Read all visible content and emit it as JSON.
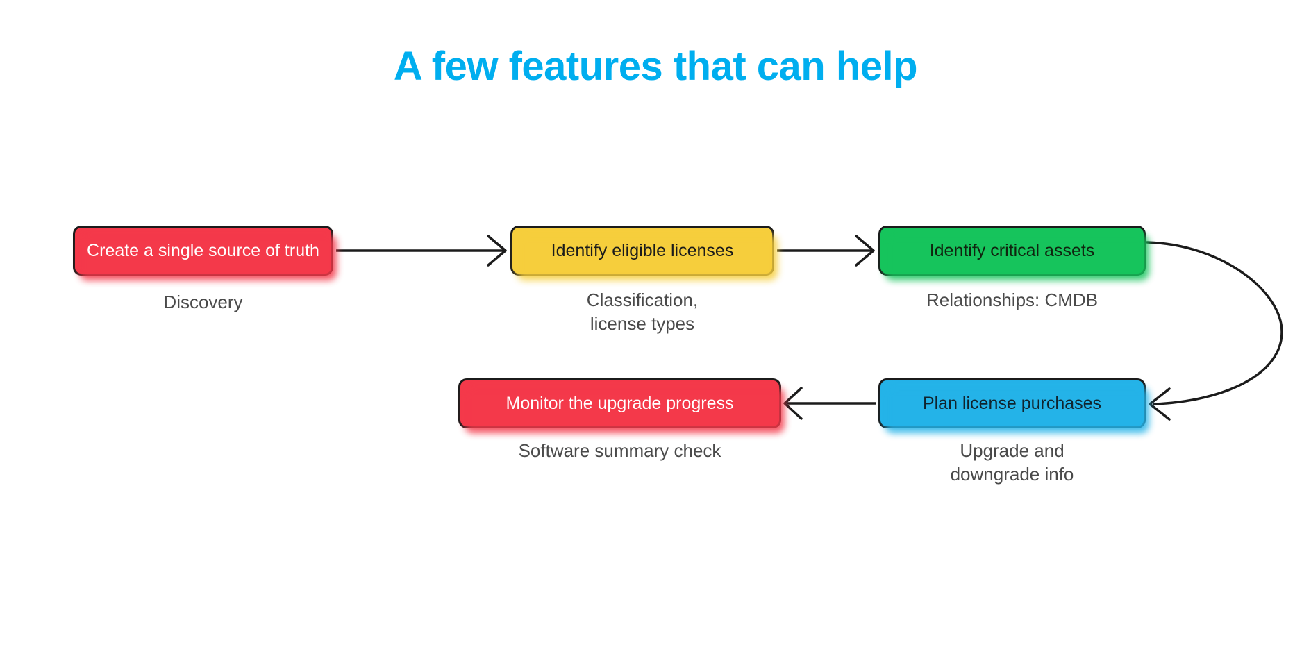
{
  "slide": {
    "title": "A few features that can help",
    "background_color": "#FFFFFF",
    "title_color": "#00AEEF"
  },
  "diagram": {
    "type": "process-flow",
    "nodes": [
      {
        "id": "discovery",
        "label": "Create a single source of truth",
        "caption": "Discovery",
        "fill": "#F4394A",
        "text_color": "#FFFFFF",
        "row": "top",
        "order": 1
      },
      {
        "id": "eligible",
        "label": "Identify eligible licenses",
        "caption": "Classification,\nlicense types",
        "caption_line1": "Classification,",
        "caption_line2": "license types",
        "fill": "#F6CE3C",
        "text_color": "#1B1B1B",
        "row": "top",
        "order": 2
      },
      {
        "id": "critical",
        "label": "Identify critical assets",
        "caption": "Relationships: CMDB",
        "fill": "#16C45C",
        "text_color": "#10240F",
        "row": "top",
        "order": 3
      },
      {
        "id": "plan",
        "label": "Plan license purchases",
        "caption": "Upgrade and\ndowngrade info",
        "caption_line1": "Upgrade and",
        "caption_line2": "downgrade info",
        "fill": "#24B3E8",
        "text_color": "#10242E",
        "row": "bottom",
        "order": 4
      },
      {
        "id": "monitor",
        "label": "Monitor the upgrade progress",
        "caption": "Software summary check",
        "fill": "#F4394A",
        "text_color": "#FFFFFF",
        "row": "bottom",
        "order": 5
      }
    ],
    "edges": [
      {
        "id": "e1",
        "from": "discovery",
        "to": "eligible",
        "style": "straight",
        "direction": "right"
      },
      {
        "id": "e2",
        "from": "eligible",
        "to": "critical",
        "style": "straight",
        "direction": "right"
      },
      {
        "id": "e3",
        "from": "critical",
        "to": "plan",
        "style": "curved-arc",
        "direction": "down-left"
      },
      {
        "id": "e4",
        "from": "plan",
        "to": "monitor",
        "style": "straight",
        "direction": "left"
      }
    ],
    "edge_color": "#1B1B1B",
    "node_border_color": "#1B1B1B",
    "caption_color": "#4A4A4A"
  }
}
